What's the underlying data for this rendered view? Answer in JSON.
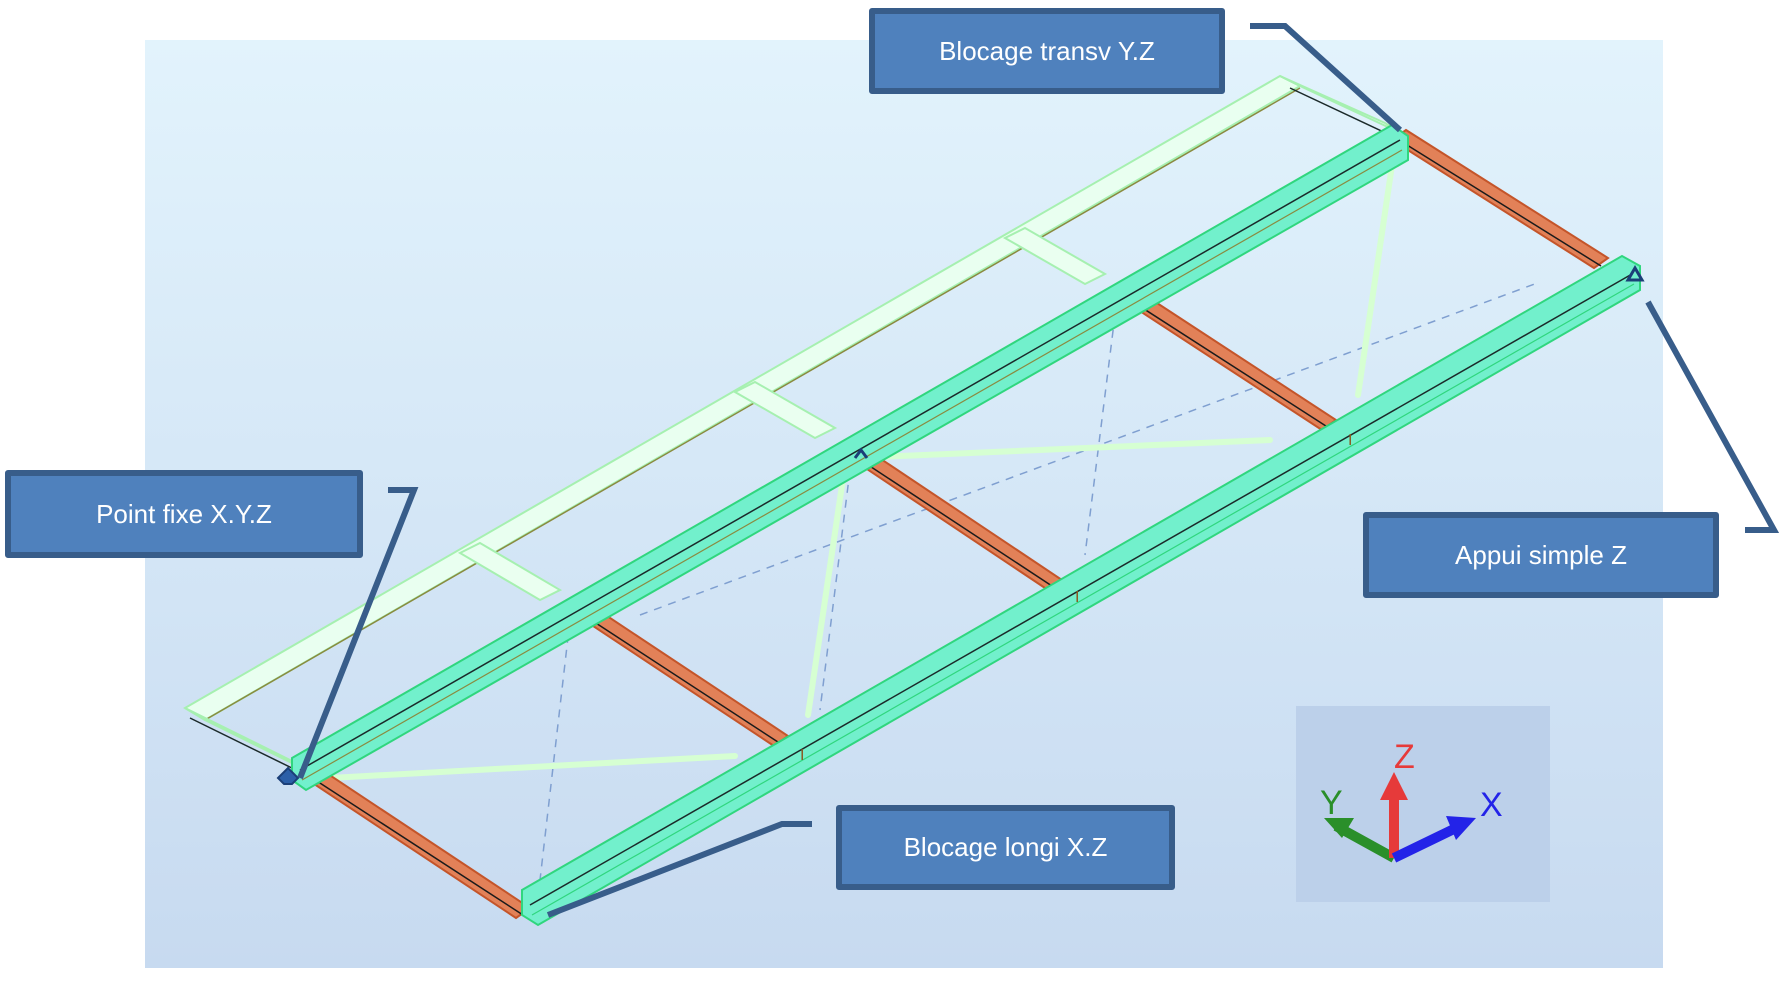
{
  "view": {
    "type": "3D structural model view",
    "colors": {
      "viewport_top": "#e2f3fc",
      "viewport_bottom": "#c7daf0",
      "main_beam": "#6ff0c8",
      "main_beam_edge": "#2fd67f",
      "cross_beam": "#e07a4a",
      "cross_beam_edge": "#c4552a",
      "bracing": "#d4ffd0",
      "secondary_frame": "#e6ffe0",
      "callout_fill": "#4f81bd",
      "callout_border": "#385d8a",
      "axis_x": "#2323e8",
      "axis_y": "#2a8f2a",
      "axis_z": "#e63a3a"
    }
  },
  "callouts": {
    "top": {
      "label": "Blocage transv Y.Z"
    },
    "left": {
      "label": "Point fixe X.Y.Z"
    },
    "right": {
      "label": "Appui simple Z"
    },
    "bottom": {
      "label": "Blocage longi X.Z"
    }
  },
  "axis_triad": {
    "x_label": "X",
    "y_label": "Y",
    "z_label": "Z"
  }
}
